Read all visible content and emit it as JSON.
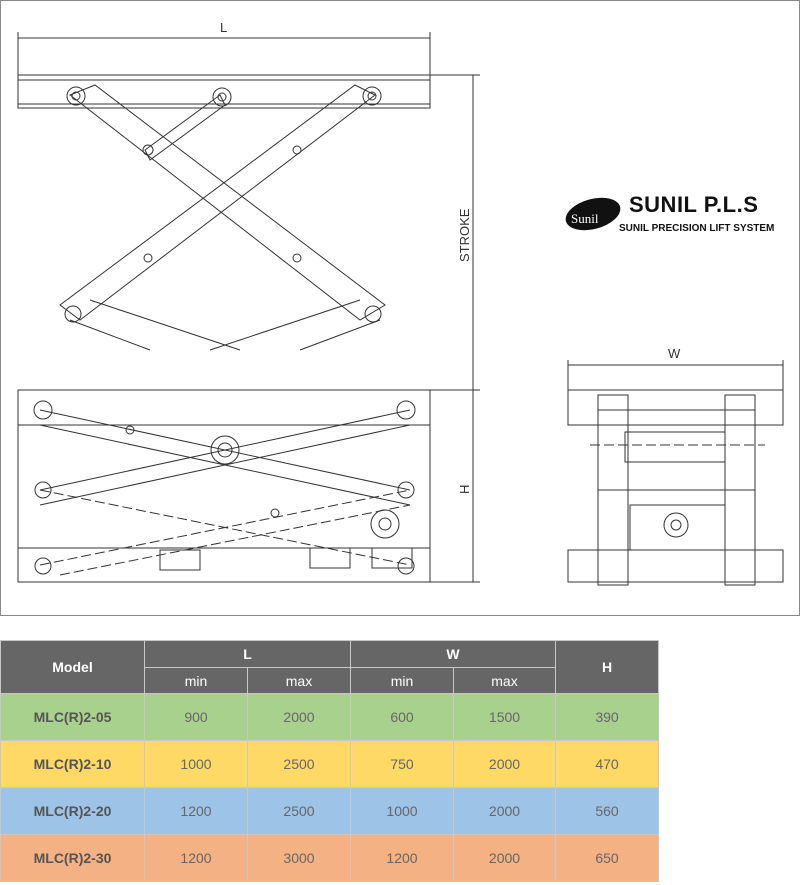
{
  "drawing": {
    "dimension_labels": {
      "length": "L",
      "stroke": "STROKE",
      "width": "W",
      "height": "H"
    }
  },
  "logo": {
    "mark_text": "Sunil",
    "title": "SUNIL P.L.S",
    "subtitle": "SUNIL PRECISION LIFT SYSTEM"
  },
  "table": {
    "headers": {
      "model": "Model",
      "L": "L",
      "W": "W",
      "H": "H",
      "min": "min",
      "max": "max"
    },
    "rows": [
      {
        "model": "MLC(R)2-05",
        "l_min": "900",
        "l_max": "2000",
        "w_min": "600",
        "w_max": "1500",
        "h": "390",
        "color": "#a9d18e"
      },
      {
        "model": "MLC(R)2-10",
        "l_min": "1000",
        "l_max": "2500",
        "w_min": "750",
        "w_max": "2000",
        "h": "470",
        "color": "#ffd966"
      },
      {
        "model": "MLC(R)2-20",
        "l_min": "1200",
        "l_max": "2500",
        "w_min": "1000",
        "w_max": "2000",
        "h": "560",
        "color": "#9dc3e6"
      },
      {
        "model": "MLC(R)2-30",
        "l_min": "1200",
        "l_max": "3000",
        "w_min": "1200",
        "w_max": "2000",
        "h": "650",
        "color": "#f4b183"
      }
    ],
    "header_color": "#666666"
  }
}
